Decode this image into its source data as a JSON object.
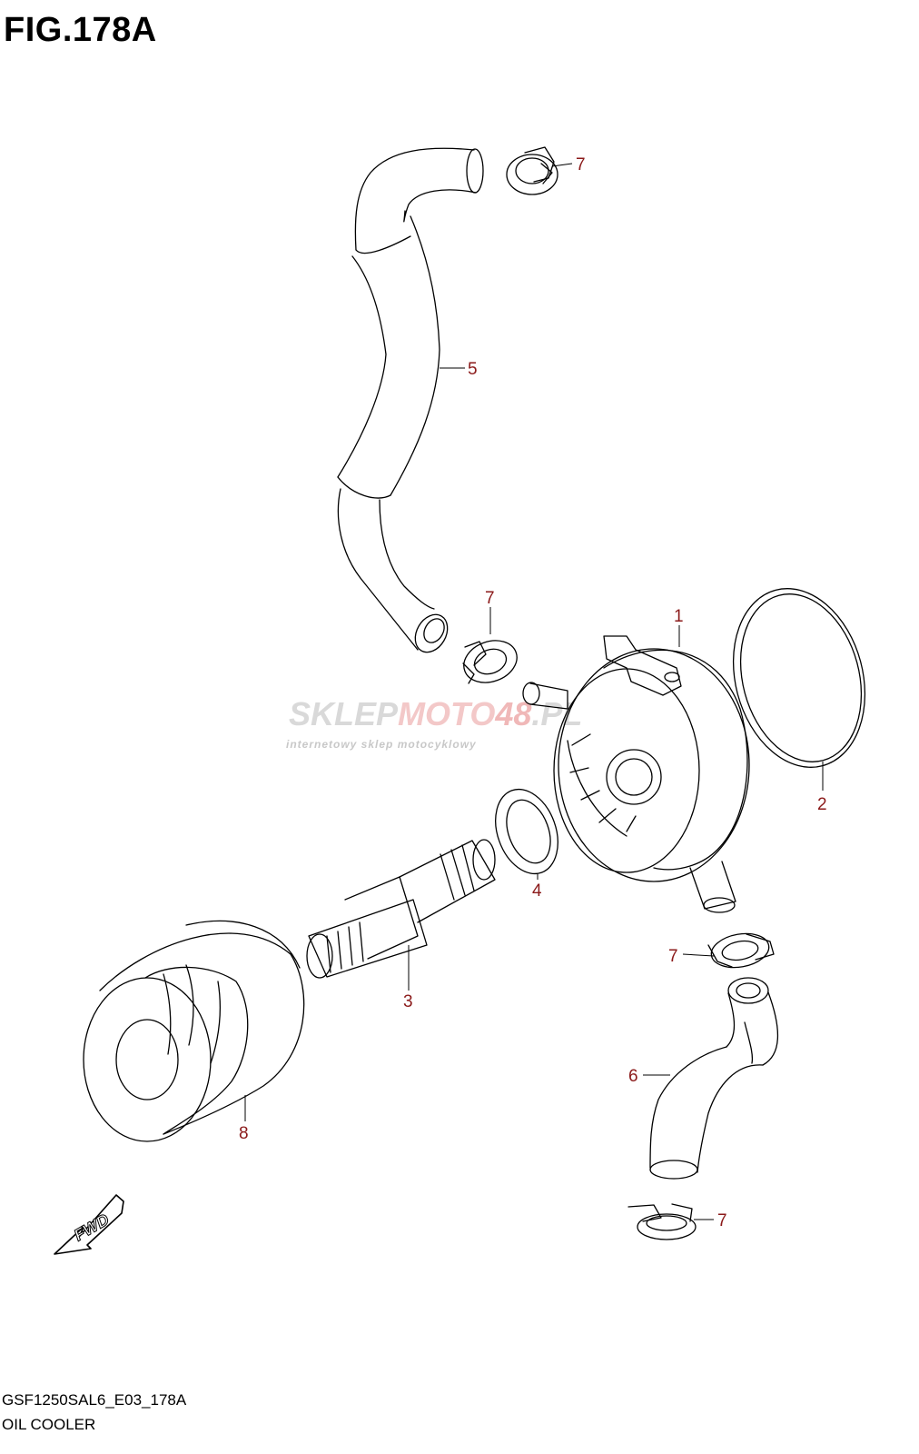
{
  "title": "FIG.178A",
  "watermark": {
    "brand_a": "SKLEP",
    "brand_b": "MOTO",
    "brand_c": "48",
    "brand_d": ".PL",
    "tagline": "internetowy sklep motocyklowy"
  },
  "callouts": [
    {
      "id": "1",
      "label": "1"
    },
    {
      "id": "2",
      "label": "2"
    },
    {
      "id": "3",
      "label": "3"
    },
    {
      "id": "4",
      "label": "4"
    },
    {
      "id": "5",
      "label": "5"
    },
    {
      "id": "6",
      "label": "6"
    },
    {
      "id": "7a",
      "label": "7"
    },
    {
      "id": "7b",
      "label": "7"
    },
    {
      "id": "7c",
      "label": "7"
    },
    {
      "id": "7d",
      "label": "7"
    },
    {
      "id": "8",
      "label": "8"
    }
  ],
  "fwd_label": "FWD",
  "footer": {
    "code": "GSF1250SAL6_E03_178A",
    "name": "OIL COOLER"
  },
  "colors": {
    "callout": "#8b1a1a",
    "line": "#000000",
    "watermark": "#d9d9d9"
  }
}
